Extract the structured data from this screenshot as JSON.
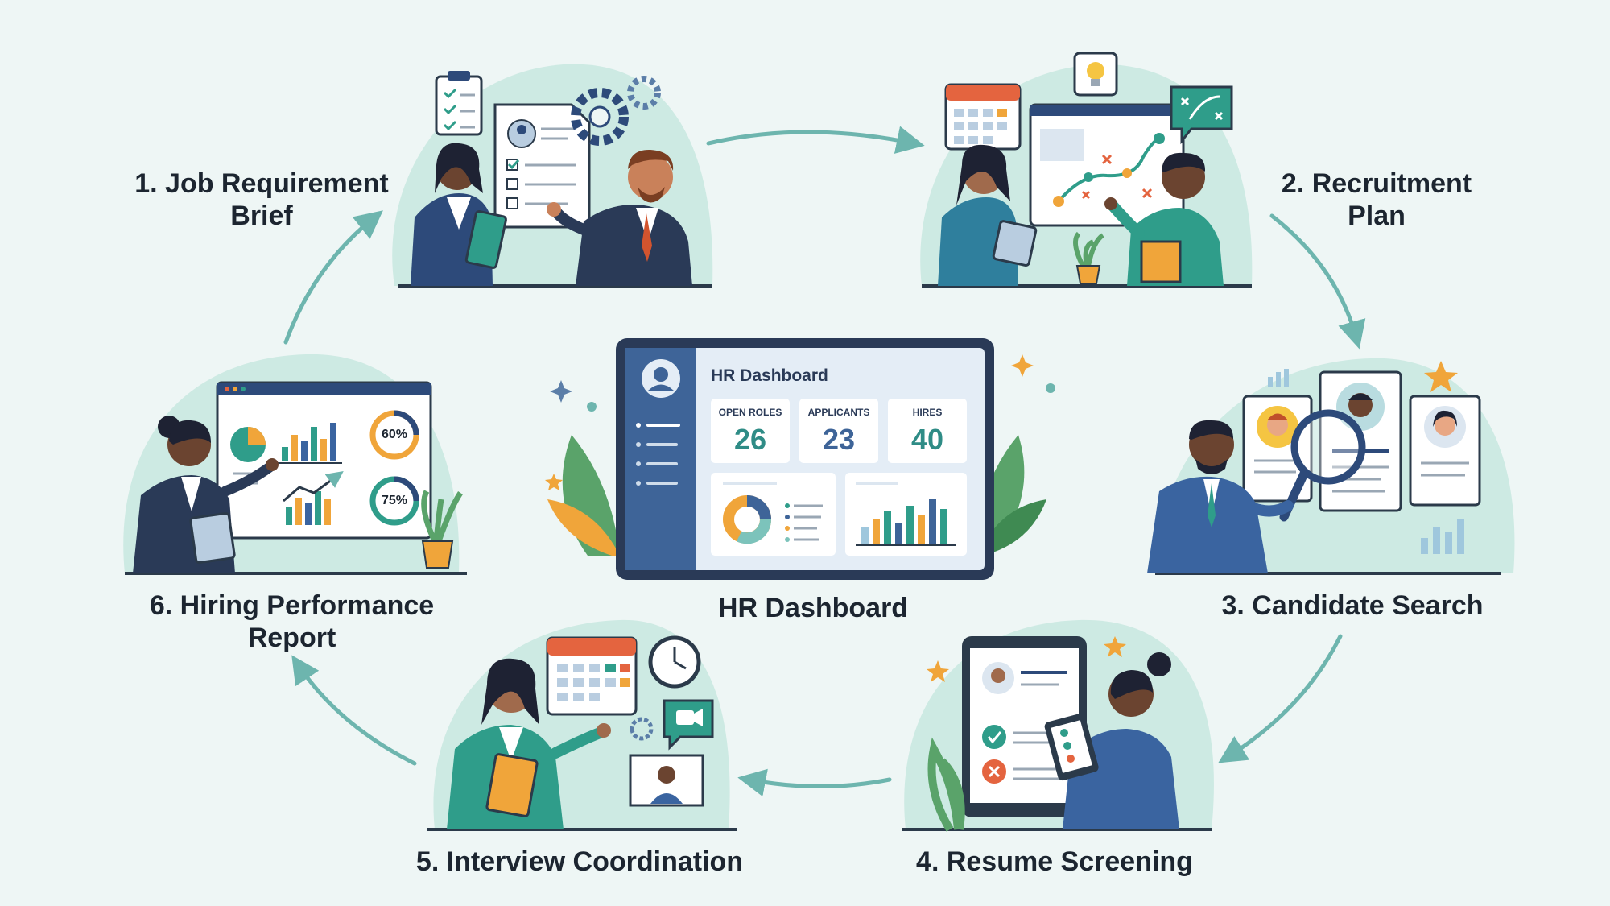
{
  "stages": [
    {
      "title": "1. Job Requirement\nBrief"
    },
    {
      "title": "2. Recruitment\nPlan"
    },
    {
      "title": "3. Candidate Search"
    },
    {
      "title": "4. Resume Screening"
    },
    {
      "title": "5. Interview Coordination"
    },
    {
      "title": "6. Hiring Performance\nReport"
    }
  ],
  "center": {
    "caption": "HR Dashboard",
    "screen_title": "HR Dashboard",
    "stats": [
      {
        "label": "OPEN ROLES",
        "value": "26"
      },
      {
        "label": "APPLICANTS",
        "value": "23"
      },
      {
        "label": "HIRES",
        "value": "40"
      }
    ]
  },
  "report": {
    "gauge_1": "60%",
    "gauge_2": "75%"
  },
  "colors": {
    "background": "#eef6f5",
    "blob": "#cdeae3",
    "teal": "#2f9d8a",
    "navy": "#2d4a7a",
    "orange": "#f0a53a",
    "arrow": "#6db5ae"
  }
}
